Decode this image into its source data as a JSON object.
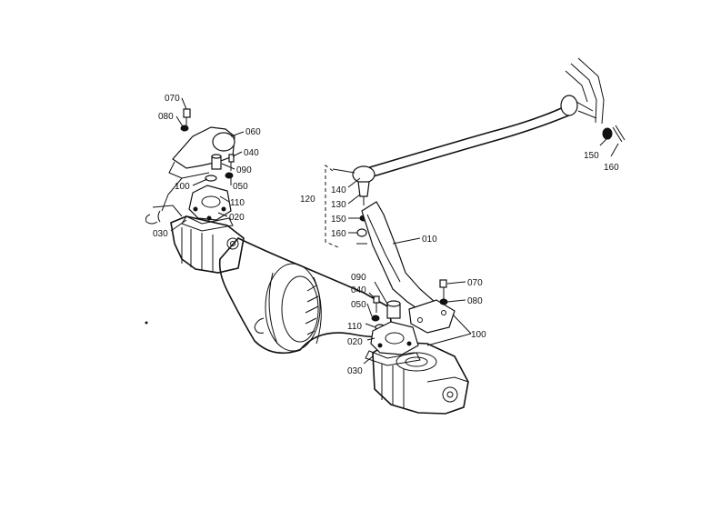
{
  "labels": {
    "l070_top": "070",
    "l080_top": "080",
    "l060": "060",
    "l040_top": "040",
    "l090_top": "090",
    "l050_top": "050",
    "l100_top": "100",
    "l110_top": "110",
    "l020_top": "020",
    "l030_top": "030",
    "l140": "140",
    "l130": "130",
    "l120": "120",
    "l150_left": "150",
    "l160_left": "160",
    "l010": "010",
    "l150_right": "150",
    "l160_right": "160",
    "l090_bottom": "090",
    "l040_bottom": "040",
    "l050_bottom": "050",
    "l110_bottom": "110",
    "l020_bottom": "020",
    "l030_bottom": "030",
    "l070_bottom": "070",
    "l080_bottom": "080",
    "l100_bottom": "100"
  }
}
